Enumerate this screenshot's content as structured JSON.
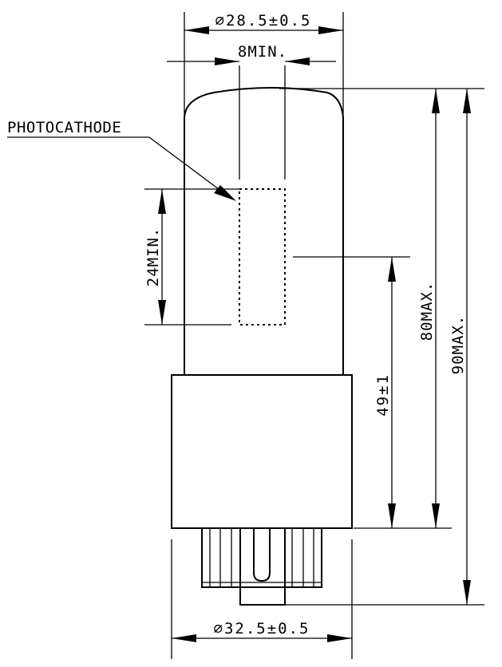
{
  "labels": {
    "top_diameter": "∅28.5±0.5",
    "window_width": "8MIN.",
    "photocathode": "PHOTOCATHODE",
    "cathode_height": "24MIN.",
    "height_49": "49±1",
    "height_80": "80MAX.",
    "height_90": "90MAX.",
    "bottom_diameter": "∅32.5±0.5"
  }
}
